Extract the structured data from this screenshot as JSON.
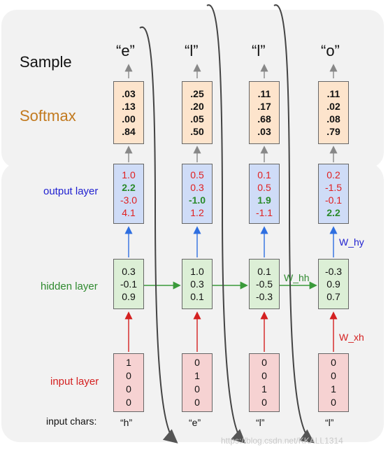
{
  "labels": {
    "sample": "Sample",
    "softmax": "Softmax",
    "output_layer": "output layer",
    "hidden_layer": "hidden layer",
    "input_layer": "input layer",
    "input_chars": "input chars:"
  },
  "weights": {
    "w_hy": "W_hy",
    "w_hh": "W_hh",
    "w_xh": "W_xh"
  },
  "columns": [
    {
      "input_char": "“h”",
      "sample": "“e”",
      "softmax": [
        ".03",
        ".13",
        ".00",
        ".84"
      ],
      "output": [
        {
          "v": "1.0",
          "c": "red"
        },
        {
          "v": "2.2",
          "c": "green"
        },
        {
          "v": "-3.0",
          "c": "red"
        },
        {
          "v": "4.1",
          "c": "red"
        }
      ],
      "hidden": [
        "0.3",
        "-0.1",
        "0.9"
      ],
      "input": [
        "1",
        "0",
        "0",
        "0"
      ]
    },
    {
      "input_char": "“e”",
      "sample": "“l”",
      "softmax": [
        ".25",
        ".20",
        ".05",
        ".50"
      ],
      "output": [
        {
          "v": "0.5",
          "c": "red"
        },
        {
          "v": "0.3",
          "c": "red"
        },
        {
          "v": "-1.0",
          "c": "green"
        },
        {
          "v": "1.2",
          "c": "red"
        }
      ],
      "hidden": [
        "1.0",
        "0.3",
        "0.1"
      ],
      "input": [
        "0",
        "1",
        "0",
        "0"
      ]
    },
    {
      "input_char": "“l”",
      "sample": "“l”",
      "softmax": [
        ".11",
        ".17",
        ".68",
        ".03"
      ],
      "output": [
        {
          "v": "0.1",
          "c": "red"
        },
        {
          "v": "0.5",
          "c": "red"
        },
        {
          "v": "1.9",
          "c": "green"
        },
        {
          "v": "-1.1",
          "c": "red"
        }
      ],
      "hidden": [
        "0.1",
        "-0.5",
        "-0.3"
      ],
      "input": [
        "0",
        "0",
        "1",
        "0"
      ]
    },
    {
      "input_char": "“l”",
      "sample": "“o”",
      "softmax": [
        ".11",
        ".02",
        ".08",
        ".79"
      ],
      "output": [
        {
          "v": "0.2",
          "c": "red"
        },
        {
          "v": "-1.5",
          "c": "red"
        },
        {
          "v": "-0.1",
          "c": "red"
        },
        {
          "v": "2.2",
          "c": "green"
        }
      ],
      "hidden": [
        "-0.3",
        "0.9",
        "0.7"
      ],
      "input": [
        "0",
        "0",
        "1",
        "0"
      ]
    }
  ],
  "watermark": "https://blog.csdn.net/KKALL1314",
  "colors": {
    "softmax_label": "#c27a1f",
    "output_label": "#1f1fd0",
    "hidden_label": "#2f8a2f",
    "input_label": "#d42020",
    "red_value": "#e02020",
    "green_value": "#2a8a2a",
    "softmax_box": "#fde4cc",
    "output_box": "#cfdcf7",
    "hidden_box": "#dcefd6",
    "input_box": "#f6d2d2"
  }
}
